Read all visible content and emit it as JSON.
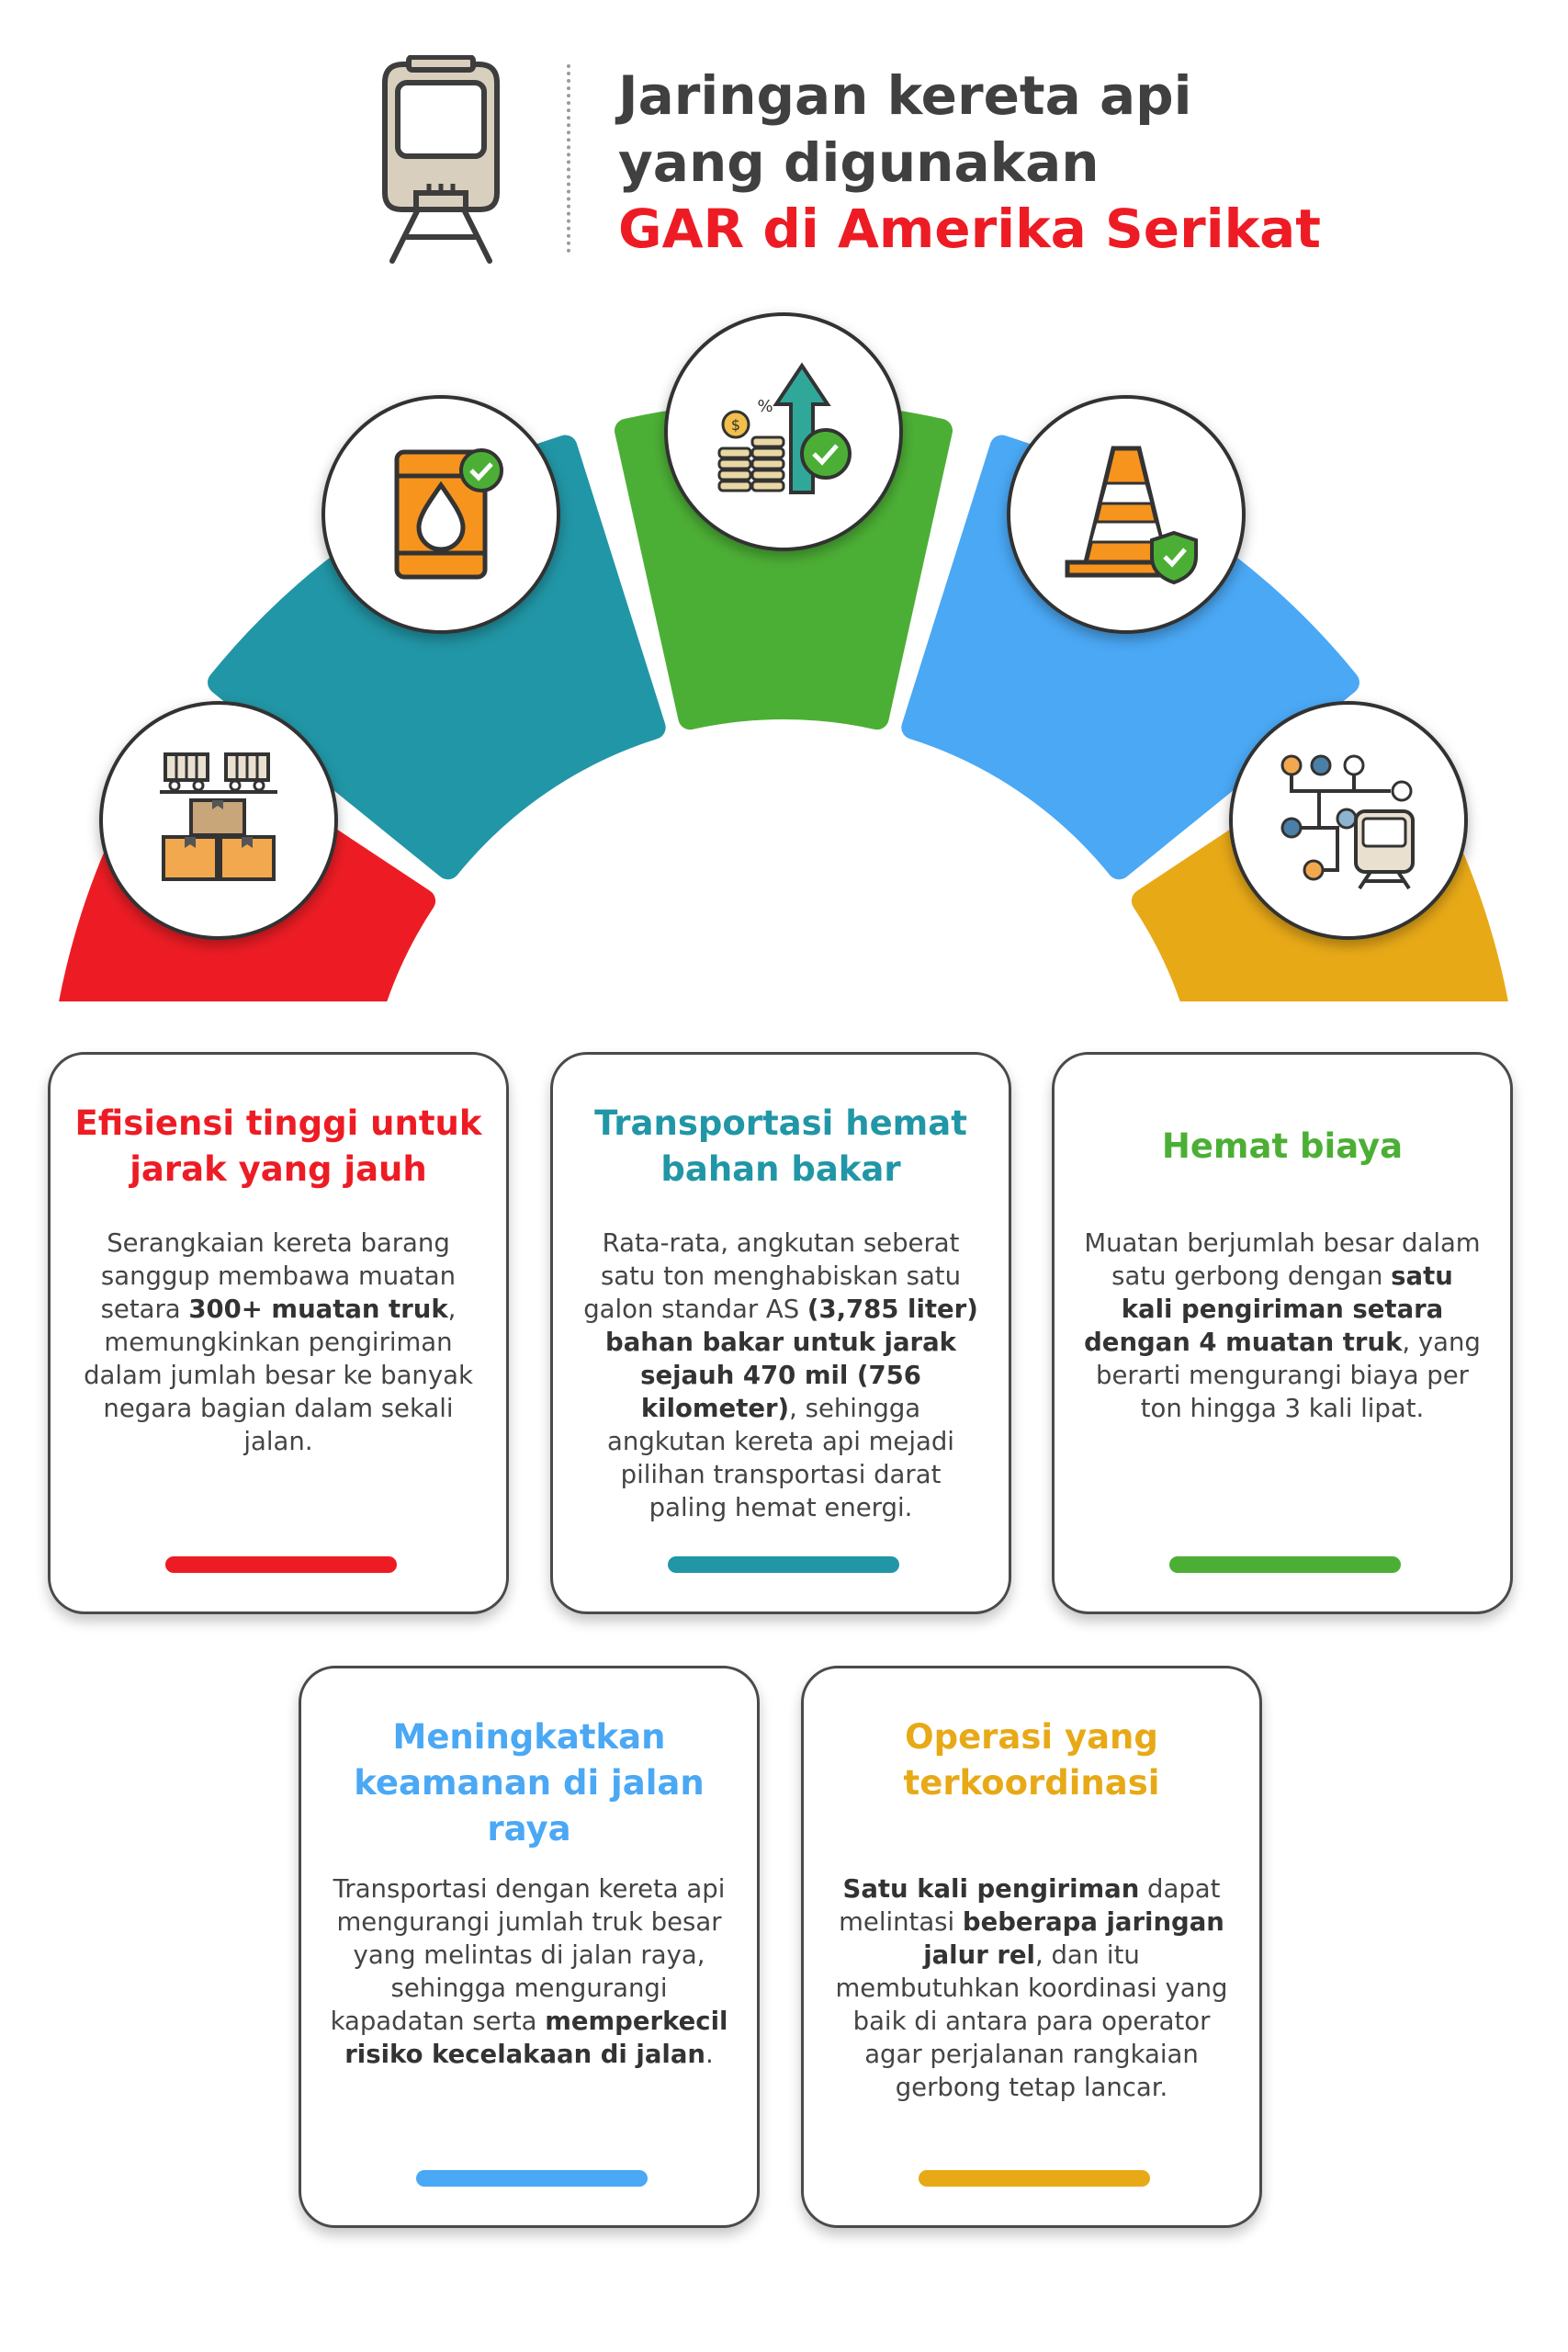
{
  "header": {
    "title_line_1": "Jaringan kereta api",
    "title_line_2": "yang digunakan",
    "title_line_3": "GAR di Amerika Serikat",
    "icon": "train-front-icon"
  },
  "colors": {
    "red": "#ed1c24",
    "teal": "#2196a6",
    "green": "#4caf35",
    "blue": "#4aa8f5",
    "amber": "#e8a917",
    "dark": "#404040"
  },
  "segments": [
    {
      "icon": "freight-boxes-icon",
      "color": "#ed1c24"
    },
    {
      "icon": "fuel-barrel-icon",
      "color": "#2196a6"
    },
    {
      "icon": "cost-growth-icon",
      "color": "#4caf35"
    },
    {
      "icon": "safety-cone-icon",
      "color": "#4aa8f5"
    },
    {
      "icon": "rail-network-icon",
      "color": "#e8a917"
    }
  ],
  "cards": [
    {
      "title": "Efisiensi tinggi untuk jarak yang jauh",
      "title_color": "#ed1c24",
      "body_html": "Serangkaian kereta barang sanggup membawa muatan setara <b>300+ muatan truk</b>, memungkinkan pengiriman dalam jumlah besar ke banyak negara bagian dalam sekali jalan.",
      "bar_color": "#ed1c24"
    },
    {
      "title": "Transportasi hemat bahan bakar",
      "title_color": "#2196a6",
      "body_html": "Rata-rata, angkutan seberat satu ton menghabiskan satu galon standar AS <b>(3,785 liter) bahan bakar untuk jarak sejauh 470 mil (756 kilometer)</b>, sehingga angkutan kereta api mejadi pilihan transportasi darat paling hemat energi.",
      "bar_color": "#2196a6"
    },
    {
      "title": "Hemat biaya",
      "title_color": "#4caf35",
      "body_html": "Muatan berjumlah besar dalam satu gerbong dengan <b>satu kali pengiriman setara dengan 4 muatan truk</b>, yang berarti mengurangi biaya per ton hingga 3 kali lipat.",
      "bar_color": "#4caf35"
    },
    {
      "title": "Meningkatkan keamanan di jalan raya",
      "title_color": "#4aa8f5",
      "body_html": "Transportasi dengan kereta api mengurangi jumlah truk besar yang melintas di jalan raya, sehingga mengurangi kapadatan serta <b>memperkecil risiko kecelakaan di jalan</b>.",
      "bar_color": "#4aa8f5"
    },
    {
      "title": "Operasi yang terkoordinasi",
      "title_color": "#e8a917",
      "body_html": "<b>Satu kali pengiriman</b> dapat melintasi <b>beberapa jaringan jalur rel</b>, dan itu membutuhkan koordinasi yang baik di antara para operator agar perjalanan rangkaian gerbong tetap lancar.",
      "bar_color": "#e8a917"
    }
  ]
}
